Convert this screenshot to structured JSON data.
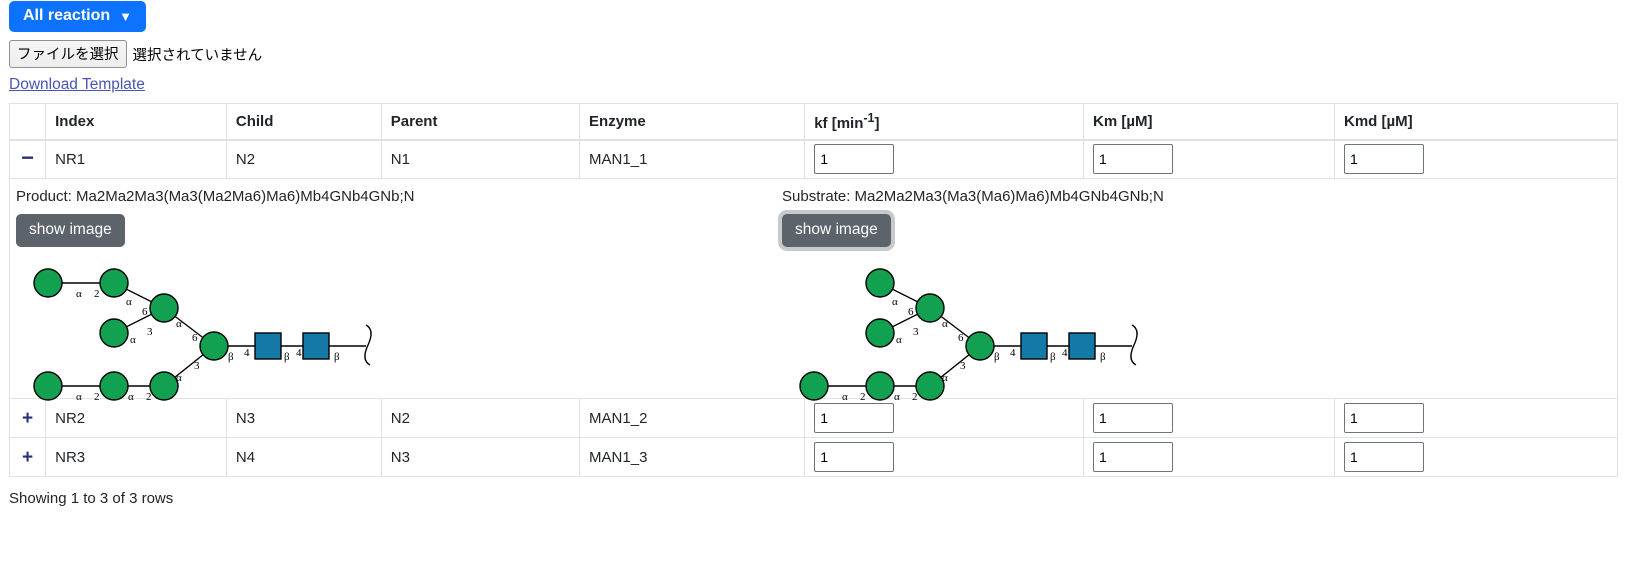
{
  "toolbar": {
    "all_reaction_label": "All reaction",
    "caret_glyph": "▼",
    "file_button_label": "ファイルを選択",
    "file_status_text": "選択されていません",
    "download_template_label": "Download Template"
  },
  "colors": {
    "primary_blue": "#0d72ff",
    "secondary_gray": "#5c636a",
    "link": "#4a55b5",
    "toggle_icon": "#2a2f7a",
    "mannose_green": "#12A051",
    "glcnac_blue": "#1579A8",
    "table_border": "#dee2e6"
  },
  "table": {
    "columns": [
      "",
      "Index",
      "Child",
      "Parent",
      "Enzyme",
      "kf [min⁻¹]",
      "Km [µM]",
      "Kmd [µM]"
    ],
    "header_kf_base": "kf [min",
    "header_kf_sup": "-1",
    "header_kf_tail": "]",
    "rows": [
      {
        "toggle_icon": "minus",
        "toggle_glyph": "−",
        "index": "NR1",
        "child": "N2",
        "parent": "N1",
        "enzyme": "MAN1_1",
        "kf": "1",
        "km": "1",
        "kmd": "1",
        "expanded": true
      },
      {
        "toggle_icon": "plus",
        "toggle_glyph": "+",
        "index": "NR2",
        "child": "N3",
        "parent": "N2",
        "enzyme": "MAN1_2",
        "kf": "1",
        "km": "1",
        "kmd": "1",
        "expanded": false
      },
      {
        "toggle_icon": "plus",
        "toggle_glyph": "+",
        "index": "NR3",
        "child": "N4",
        "parent": "N3",
        "enzyme": "MAN1_3",
        "kf": "1",
        "km": "1",
        "kmd": "1",
        "expanded": false
      }
    ]
  },
  "detail": {
    "product": {
      "label": "Product: Ma2Ma2Ma3(Ma3(Ma2Ma6)Ma6)Mb4GNb4GNb;N",
      "sequence": "Ma2Ma2Ma3(Ma3(Ma2Ma6)Ma6)Mb4GNb4GNb;N",
      "show_image_label": "show image",
      "focused": false
    },
    "substrate": {
      "label": "Substrate: Ma2Ma2Ma3(Ma3(Ma6)Ma6)Mb4GNb4GNb;N",
      "sequence": "Ma2Ma2Ma3(Ma3(Ma6)Ma6)Mb4GNb4GNb;N",
      "show_image_label": "show image",
      "focused": true
    }
  },
  "glycan_labels": {
    "alpha": "α",
    "beta": "β",
    "two": "2",
    "three": "3",
    "four": "4",
    "six": "6"
  },
  "footer": {
    "showing_text": "Showing 1 to 3 of 3 rows"
  }
}
